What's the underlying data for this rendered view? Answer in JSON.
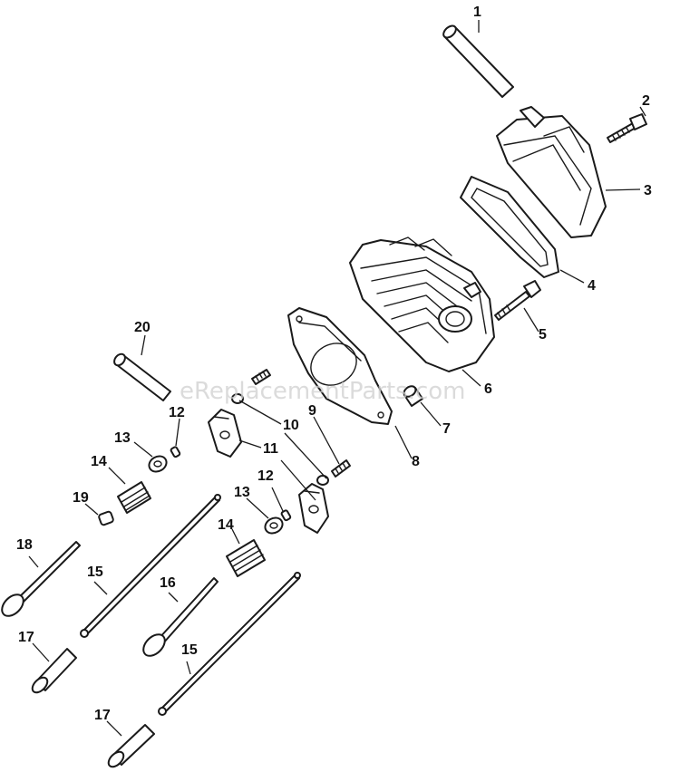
{
  "watermark": "eReplacementParts.com",
  "diagram": {
    "callouts": [
      {
        "id": "c1",
        "label": "1"
      },
      {
        "id": "c2",
        "label": "2"
      },
      {
        "id": "c3",
        "label": "3"
      },
      {
        "id": "c4",
        "label": "4"
      },
      {
        "id": "c5",
        "label": "5"
      },
      {
        "id": "c6",
        "label": "6"
      },
      {
        "id": "c7",
        "label": "7"
      },
      {
        "id": "c8",
        "label": "8"
      },
      {
        "id": "c9",
        "label": "9"
      },
      {
        "id": "c10",
        "label": "10"
      },
      {
        "id": "c11",
        "label": "11"
      },
      {
        "id": "c12a",
        "label": "12"
      },
      {
        "id": "c12b",
        "label": "12"
      },
      {
        "id": "c13a",
        "label": "13"
      },
      {
        "id": "c13b",
        "label": "13"
      },
      {
        "id": "c14a",
        "label": "14"
      },
      {
        "id": "c14b",
        "label": "14"
      },
      {
        "id": "c15a",
        "label": "15"
      },
      {
        "id": "c15b",
        "label": "15"
      },
      {
        "id": "c16",
        "label": "16"
      },
      {
        "id": "c17a",
        "label": "17"
      },
      {
        "id": "c17b",
        "label": "17"
      },
      {
        "id": "c18",
        "label": "18"
      },
      {
        "id": "c19",
        "label": "19"
      },
      {
        "id": "c20",
        "label": "20"
      }
    ]
  }
}
